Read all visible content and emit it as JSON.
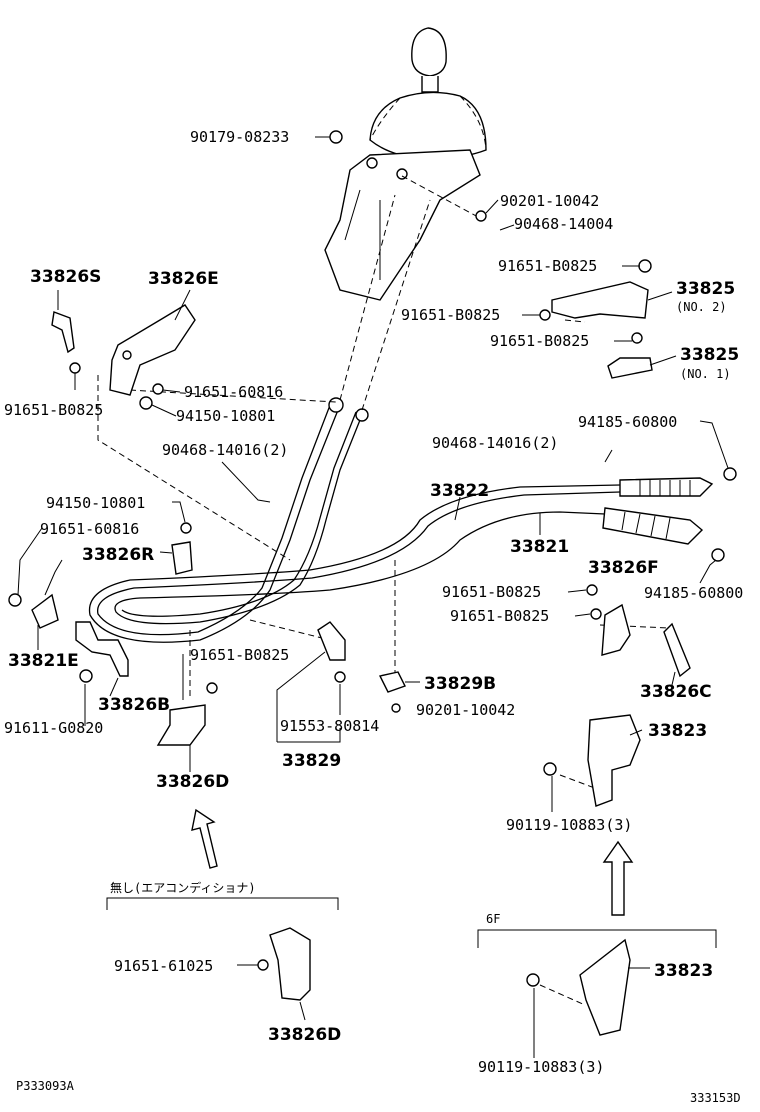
{
  "diagram": {
    "labels": {
      "p90179_08233": "90179-08233",
      "p90201_10042_top": "90201-10042",
      "p90468_14004": "90468-14004",
      "p91651_B0825_a": "91651-B0825",
      "p33825_no2": "33825",
      "no2": "(NO. 2)",
      "p91651_B0825_b": "91651-B0825",
      "p91651_B0825_c": "91651-B0825",
      "p33825_no1": "33825",
      "no1": "(NO. 1)",
      "p33826S": "33826S",
      "p33826E": "33826E",
      "p91651_60816_a": "91651-60816",
      "p94150_10801_a": "94150-10801",
      "p91651_B0825_d": "91651-B0825",
      "p90468_14016_left": "90468-14016(2)",
      "p90468_14016_right": "90468-14016(2)",
      "p94185_60800_a": "94185-60800",
      "p33822": "33822",
      "p33821": "33821",
      "p94150_10801_b": "94150-10801",
      "p91651_60816_b": "91651-60816",
      "p33826R": "33826R",
      "p33826F": "33826F",
      "p94185_60800_b": "94185-60800",
      "p91651_B0825_e": "91651-B0825",
      "p91651_B0825_f": "91651-B0825",
      "p33821E": "33821E",
      "p91651_B0825_g": "91651-B0825",
      "p33829B": "33829B",
      "p33826C": "33826C",
      "p33826B": "33826B",
      "p90201_10042_bot": "90201-10042",
      "p91611_G0820": "91611-G0820",
      "p91553_80814": "91553-80814",
      "p33823_a": "33823",
      "p33829": "33829",
      "p33826D_a": "33826D",
      "p90119_10883_a": "90119-10883(3)",
      "note_no_ac": "無し(エアコンディショナ)",
      "note_6f": "6F",
      "p91651_61025": "91651-61025",
      "p33823_b": "33823",
      "p33826D_b": "33826D",
      "p90119_10883_b": "90119-10883(3)",
      "ref_left": "P333093A",
      "ref_right": "333153D"
    }
  }
}
